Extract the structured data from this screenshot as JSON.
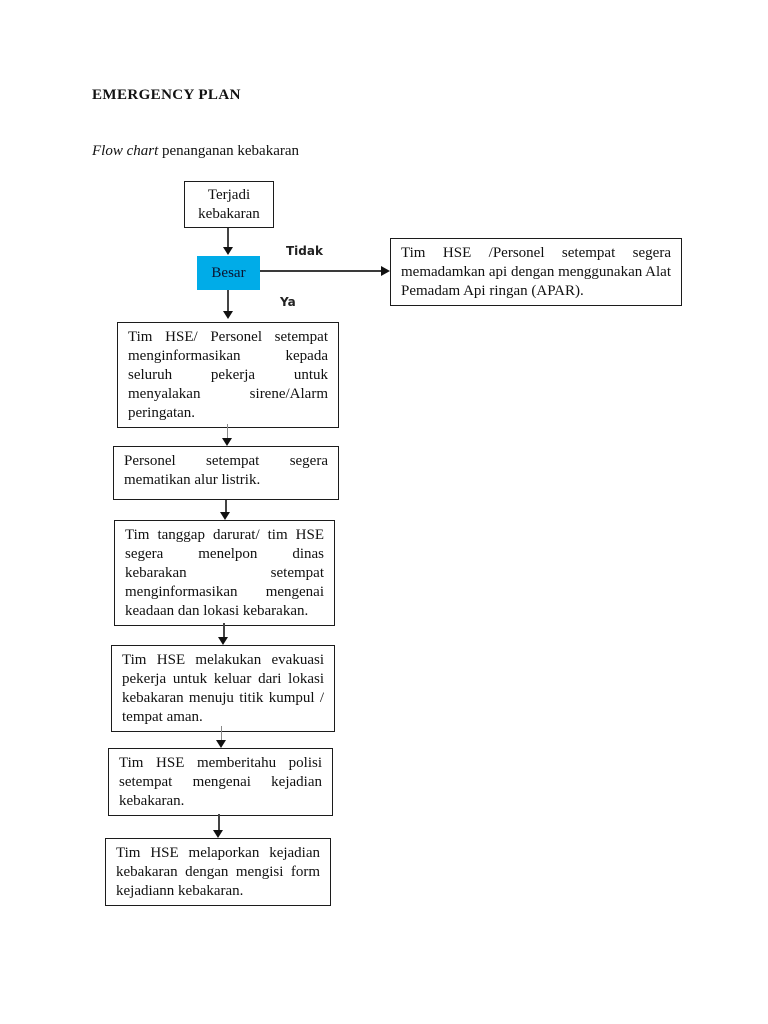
{
  "page": {
    "title": "EMERGENCY PLAN",
    "subtitle_italic": "Flow chart",
    "subtitle_rest": " penanganan kebakaran"
  },
  "flowchart": {
    "start_label": "Terjadi kebakaran",
    "decision_label": "Besar",
    "edge_no_label": "Tidak",
    "edge_yes_label": "Ya",
    "no_branch_text": "Tim HSE /Personel setempat segera memadamkan api dengan menggunakan Alat Pemadam Api ringan (APAR).",
    "steps": [
      "Tim HSE/ Personel setempat menginformasikan kepada seluruh pekerja untuk menyalakan sirene/Alarm peringatan.",
      "Personel setempat segera mematikan alur listrik.",
      "Tim tanggap darurat/ tim HSE segera menelpon dinas kebarakan setempat menginformasikan mengenai keadaan dan lokasi kebarakan.",
      "Tim HSE melakukan evakuasi pekerja untuk keluar dari lokasi kebakaran menuju titik kumpul / tempat aman.",
      "Tim HSE memberitahu polisi setempat mengenai kejadian kebakaran.",
      "Tim HSE melaporkan kejadian kebakaran dengan mengisi form kejadiann kebakaran."
    ],
    "colors": {
      "decision_fill": "#00ACE8",
      "box_border": "#1c1c1c",
      "page_background": "#ffffff"
    }
  }
}
